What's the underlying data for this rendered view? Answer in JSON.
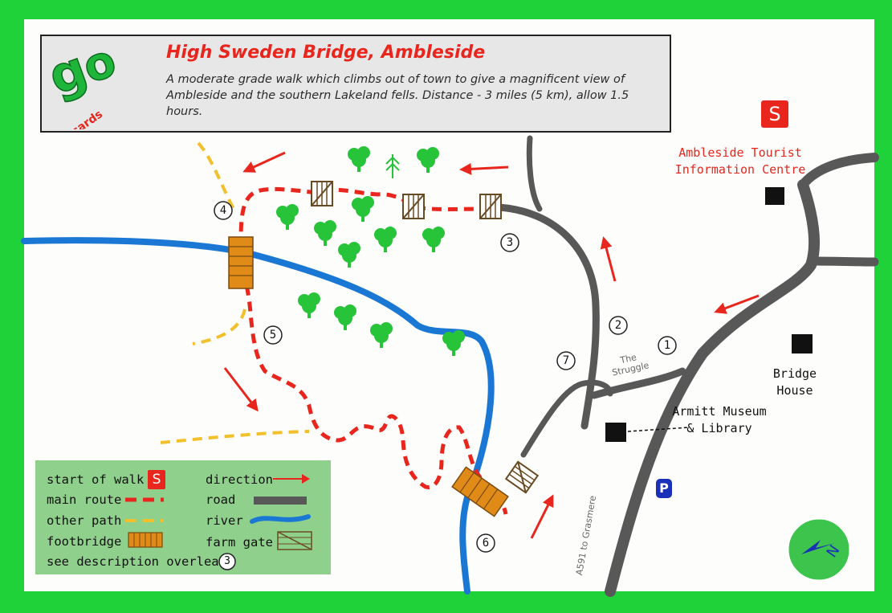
{
  "title": "High Sweden Bridge, Ambleside",
  "description": "A moderate grade walk which climbs out of town to give a magnificent view of Ambleside and the southern Lakeland fells. Distance - 3 miles (5 km), allow 1.5 hours.",
  "logo": {
    "word": "go",
    "subword": "cards",
    "green": "#1fb53a",
    "red": "#e8261d"
  },
  "places": {
    "tourist_info": "Ambleside Tourist\nInformation Centre",
    "bridge_house": "Bridge\nHouse",
    "armitt": "Armitt Museum\n& Library",
    "the_struggle": "The\nStruggle",
    "a591": "A591 to Grasmere"
  },
  "badges": {
    "start": "S",
    "parking": "P"
  },
  "waypoints": [
    "1",
    "2",
    "3",
    "4",
    "5",
    "6",
    "7"
  ],
  "compass": "N",
  "legend": {
    "start": "start of walk",
    "start_symbol": "S",
    "main_route": "main route",
    "other_path": "other path",
    "footbridge": "footbridge",
    "overleaf": "see description overleaf",
    "overleaf_symbol": "3",
    "direction": "direction",
    "road": "road",
    "river": "river",
    "farm_gate": "farm gate"
  },
  "colors": {
    "frame": "#1fd23a",
    "route": "#e8261d",
    "other_path": "#f2c02c",
    "road": "#555555",
    "river": "#1a78d4",
    "tree": "#27c43a",
    "bridge": "#e08a18",
    "legend_bg": "#8fd08c",
    "compass_bg": "#3cc44c",
    "compass_arrow": "#1c2fb8"
  }
}
